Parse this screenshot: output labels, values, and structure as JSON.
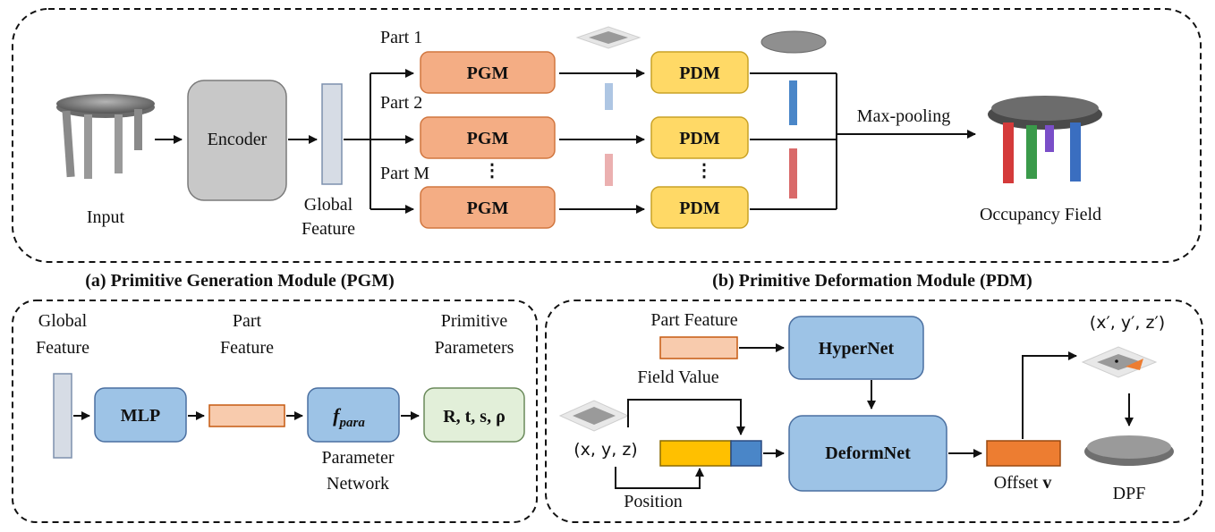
{
  "top": {
    "input_label": "Input",
    "encoder_label": "Encoder",
    "global_feature_label_1": "Global",
    "global_feature_label_2": "Feature",
    "part_labels": [
      "Part 1",
      "Part 2",
      "Part M"
    ],
    "pgm_label": "PGM",
    "pdm_label": "PDM",
    "dots": "⋮",
    "maxpool_label": "Max-pooling",
    "output_label": "Occupancy  Field"
  },
  "captions": {
    "a": "(a) Primitive Generation Module (PGM)",
    "b": "(b) Primitive Deformation Module (PDM)"
  },
  "pgm": {
    "global_1": "Global",
    "global_2": "Feature",
    "part_1": "Part",
    "part_2": "Feature",
    "prim_1": "Primitive",
    "prim_2": "Parameters",
    "mlp_label": "MLP",
    "fpara_main": "f",
    "fpara_sub": "para",
    "net_1": "Parameter",
    "net_2": "Network",
    "params_label": "R, t, s, ρ"
  },
  "pdm": {
    "part_feature_label": "Part Feature",
    "hypernet_label": "HyperNet",
    "field_value_label": "Field Value",
    "xyz_label": "(x, y, z)",
    "position_label": "Position",
    "deformnet_label": "DeformNet",
    "offset_label": "Offset ",
    "offset_var": "v",
    "xyz_prime_label": "(x′, y′, z′)",
    "dpf_label": "DPF"
  },
  "colors": {
    "pgm_fill": "#f4ad84",
    "pgm_stroke": "#d1763f",
    "pdm_fill": "#ffd966",
    "pdm_stroke": "#c9a227",
    "encoder_fill": "#c8c8c8",
    "blue_box_fill": "#9dc3e6",
    "blue_box_stroke": "#4a6fa0",
    "green_box_fill": "#e2efd9",
    "feature_bar_fill": "#d6dce5",
    "part_feature_fill": "#f8cbad",
    "yellow_seg": "#ffc000",
    "blue_seg": "#4a86c8",
    "offset_fill": "#ed7d31",
    "leg_red": "#d43a3a",
    "leg_green": "#3a9a4a",
    "leg_purple": "#7a4ec8",
    "leg_blue": "#3a6ec0"
  }
}
